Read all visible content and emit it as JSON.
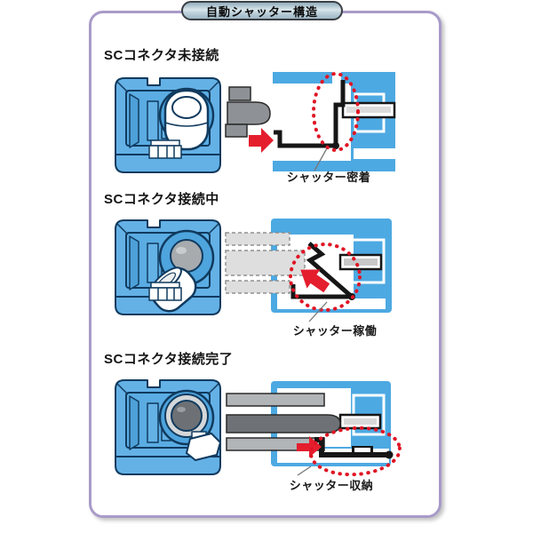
{
  "title": "自動シャッター構造",
  "panels": [
    {
      "heading": "SCコネクタ未接続",
      "label": "シャッター密着"
    },
    {
      "heading": "SCコネクタ接続中",
      "label": "シャッター稼働"
    },
    {
      "heading": "SCコネクタ接続完了",
      "label": "シャッター収納"
    }
  ],
  "colors": {
    "frame_border": "#a89bc9",
    "title_pill_bg": "#c2d4de",
    "connector_blue": "#64b1e6",
    "outline_navy": "#103a5e",
    "arrow_red": "#e41e2d",
    "highlight_red": "#e01525",
    "plug_gray": "#8e9296",
    "shutter_black": "#161616"
  }
}
